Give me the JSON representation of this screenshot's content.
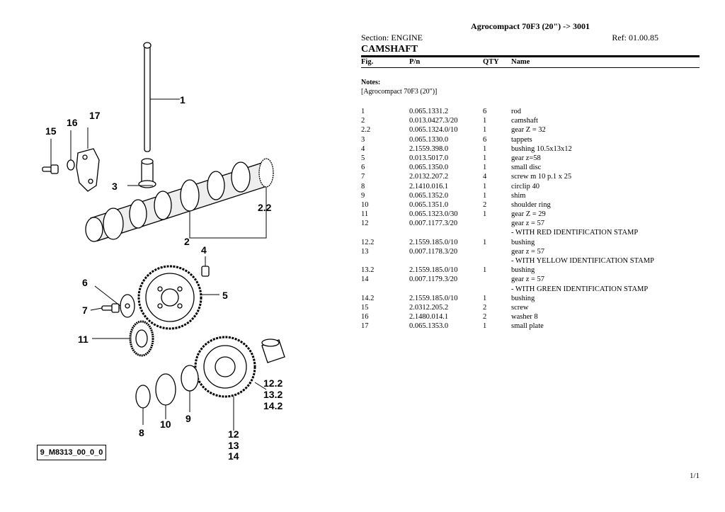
{
  "header": {
    "title": "Agrocompact 70F3 (20\") -> 3001",
    "section": "Section: ENGINE",
    "ref": "Ref: 01.00.85",
    "part_title": "CAMSHAFT"
  },
  "columns": {
    "fig": "Fig.",
    "pn": "P/n",
    "qty": "QTY",
    "name": "Name"
  },
  "notes": {
    "label": "Notes:",
    "text": "[Agrocompact 70F3 (20\")]"
  },
  "parts": [
    {
      "fig": "1",
      "pn": "0.065.1331.2",
      "qty": "6",
      "name": "rod"
    },
    {
      "fig": "2",
      "pn": "0.013.0427.3/20",
      "qty": "1",
      "name": "camshaft"
    },
    {
      "fig": "2.2",
      "pn": "0.065.1324.0/10",
      "qty": "1",
      "name": "gear Z = 32"
    },
    {
      "fig": "3",
      "pn": "0.065.1330.0",
      "qty": "6",
      "name": "tappets"
    },
    {
      "fig": "4",
      "pn": "2.1559.398.0",
      "qty": "1",
      "name": "bushing 10.5x13x12"
    },
    {
      "fig": "5",
      "pn": "0.013.5017.0",
      "qty": "1",
      "name": "gear z=58"
    },
    {
      "fig": "6",
      "pn": "0.065.1350.0",
      "qty": "1",
      "name": "small disc"
    },
    {
      "fig": "7",
      "pn": "2.0132.207.2",
      "qty": "4",
      "name": "screw m 10 p.1 x 25"
    },
    {
      "fig": "8",
      "pn": "2.1410.016.1",
      "qty": "1",
      "name": "circlip 40"
    },
    {
      "fig": "9",
      "pn": "0.065.1352.0",
      "qty": "1",
      "name": "shim"
    },
    {
      "fig": "10",
      "pn": "0.065.1351.0",
      "qty": "2",
      "name": "shoulder ring"
    },
    {
      "fig": "11",
      "pn": "0.065.1323.0/30",
      "qty": "1",
      "name": "gear Z = 29"
    },
    {
      "fig": "12",
      "pn": "0.007.1177.3/20",
      "qty": "",
      "name": "gear z = 57"
    },
    {
      "fig": "",
      "pn": "",
      "qty": "",
      "name": "- WITH RED IDENTIFICATION STAMP"
    },
    {
      "fig": "12.2",
      "pn": "2.1559.185.0/10",
      "qty": "1",
      "name": "bushing"
    },
    {
      "fig": "13",
      "pn": "0.007.1178.3/20",
      "qty": "",
      "name": "gear z = 57"
    },
    {
      "fig": "",
      "pn": "",
      "qty": "",
      "name": "- WITH YELLOW IDENTIFICATION STAMP"
    },
    {
      "fig": "13.2",
      "pn": "2.1559.185.0/10",
      "qty": "1",
      "name": "bushing"
    },
    {
      "fig": "14",
      "pn": "0.007.1179.3/20",
      "qty": "",
      "name": "gear z = 57"
    },
    {
      "fig": "",
      "pn": "",
      "qty": "",
      "name": "- WITH GREEN IDENTIFICATION STAMP"
    },
    {
      "fig": "14.2",
      "pn": "2.1559.185.0/10",
      "qty": "1",
      "name": "bushing"
    },
    {
      "fig": "15",
      "pn": "2.0312.205.2",
      "qty": "2",
      "name": "screw"
    },
    {
      "fig": "16",
      "pn": "2.1480.014.1",
      "qty": "2",
      "name": "washer 8"
    },
    {
      "fig": "17",
      "pn": "0.065.1353.0",
      "qty": "1",
      "name": "small plate"
    }
  ],
  "diagram": {
    "code": "9_M8313_00_0_0",
    "callouts": {
      "c1": "1",
      "c2": "2",
      "c2_2": "2.2",
      "c3": "3",
      "c4": "4",
      "c5": "5",
      "c6": "6",
      "c7": "7",
      "c8": "8",
      "c9": "9",
      "c10": "10",
      "c11": "11",
      "c12": "12",
      "c13": "13",
      "c14": "14",
      "c12_2": "12.2",
      "c13_2": "13.2",
      "c14_2": "14.2",
      "c15": "15",
      "c16": "16",
      "c17": "17"
    }
  },
  "page": "1/1"
}
